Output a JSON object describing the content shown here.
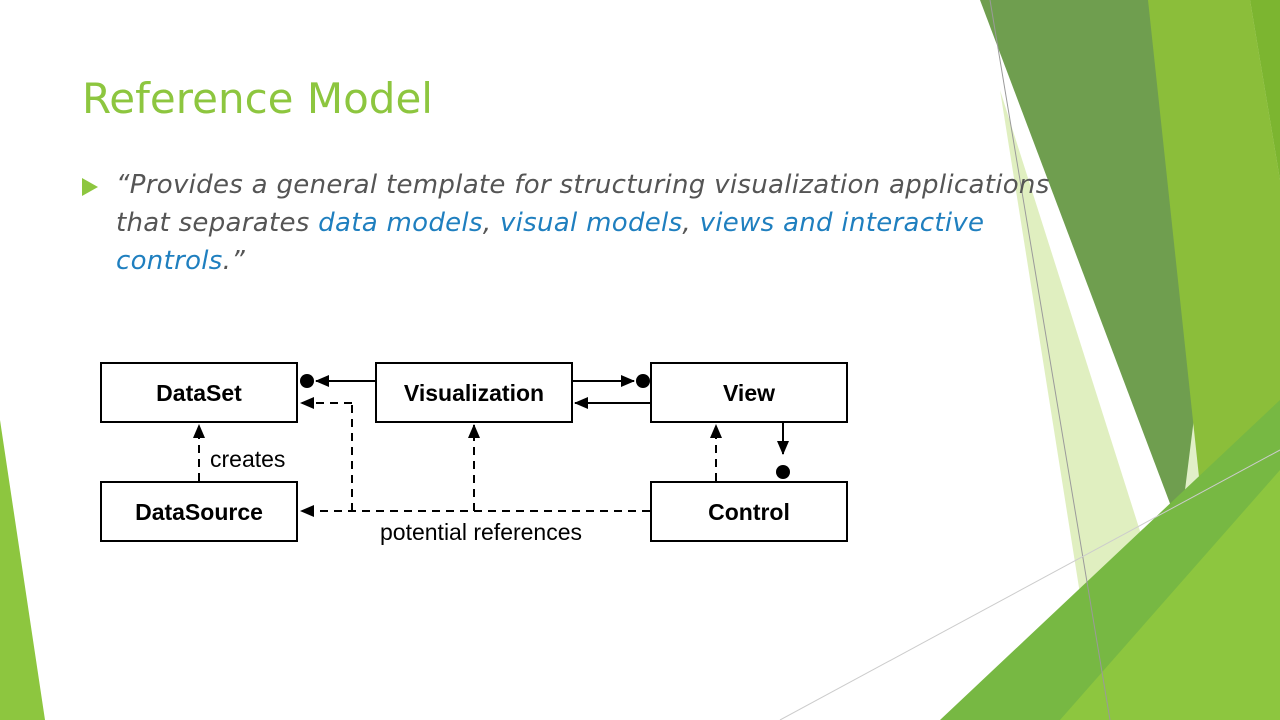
{
  "slide": {
    "title": "Reference Model",
    "quote": {
      "segments": [
        {
          "text": "“Provides a general template for structuring visualization applications that separates ",
          "highlight": false
        },
        {
          "text": "data models",
          "highlight": true
        },
        {
          "text": ", ",
          "highlight": false
        },
        {
          "text": "visual models",
          "highlight": true
        },
        {
          "text": ", ",
          "highlight": false
        },
        {
          "text": "views and interactive controls",
          "highlight": true
        },
        {
          "text": ".”",
          "highlight": false
        }
      ]
    }
  },
  "diagram": {
    "nodes": {
      "dataset": "DataSet",
      "visualization": "Visualization",
      "view": "View",
      "datasource": "DataSource",
      "control": "Control"
    },
    "labels": {
      "creates": "creates",
      "potential_references": "potential references"
    }
  },
  "colors": {
    "title": "#8dc63f",
    "highlight": "#1f7fbf",
    "text": "#555555",
    "bullet": "#8dc63f"
  }
}
